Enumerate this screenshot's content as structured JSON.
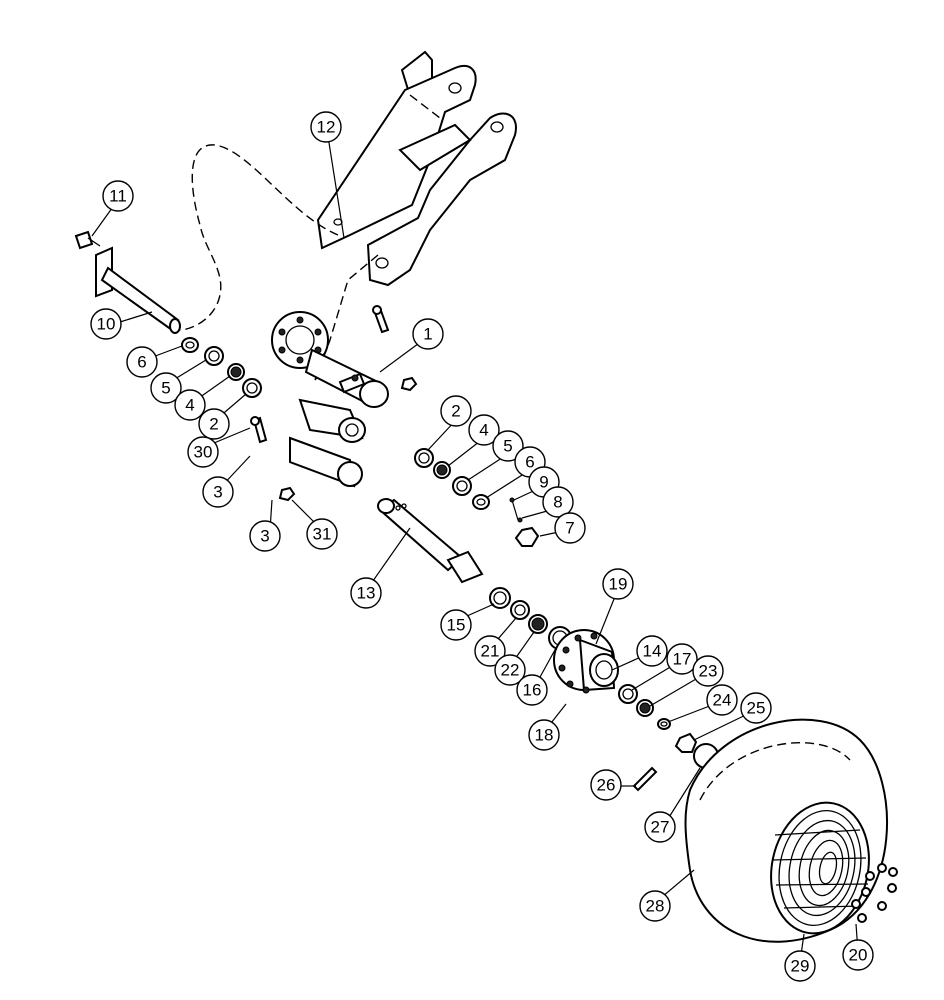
{
  "callouts": [
    {
      "id": "c1",
      "label": "1"
    },
    {
      "id": "c2a",
      "label": "2"
    },
    {
      "id": "c2b",
      "label": "2"
    },
    {
      "id": "c3a",
      "label": "3"
    },
    {
      "id": "c3b",
      "label": "3"
    },
    {
      "id": "c4a",
      "label": "4"
    },
    {
      "id": "c4b",
      "label": "4"
    },
    {
      "id": "c5a",
      "label": "5"
    },
    {
      "id": "c5b",
      "label": "5"
    },
    {
      "id": "c6a",
      "label": "6"
    },
    {
      "id": "c6b",
      "label": "6"
    },
    {
      "id": "c7",
      "label": "7"
    },
    {
      "id": "c8",
      "label": "8"
    },
    {
      "id": "c9",
      "label": "9"
    },
    {
      "id": "c10",
      "label": "10"
    },
    {
      "id": "c11",
      "label": "11"
    },
    {
      "id": "c12",
      "label": "12"
    },
    {
      "id": "c13",
      "label": "13"
    },
    {
      "id": "c14",
      "label": "14"
    },
    {
      "id": "c15",
      "label": "15"
    },
    {
      "id": "c16",
      "label": "16"
    },
    {
      "id": "c17",
      "label": "17"
    },
    {
      "id": "c18",
      "label": "18"
    },
    {
      "id": "c19",
      "label": "19"
    },
    {
      "id": "c20",
      "label": "20"
    },
    {
      "id": "c21",
      "label": "21"
    },
    {
      "id": "c22",
      "label": "22"
    },
    {
      "id": "c23",
      "label": "23"
    },
    {
      "id": "c24",
      "label": "24"
    },
    {
      "id": "c25",
      "label": "25"
    },
    {
      "id": "c26",
      "label": "26"
    },
    {
      "id": "c27",
      "label": "27"
    },
    {
      "id": "c28",
      "label": "28"
    },
    {
      "id": "c29",
      "label": "29"
    },
    {
      "id": "c30",
      "label": "30"
    },
    {
      "id": "c31",
      "label": "31"
    }
  ]
}
